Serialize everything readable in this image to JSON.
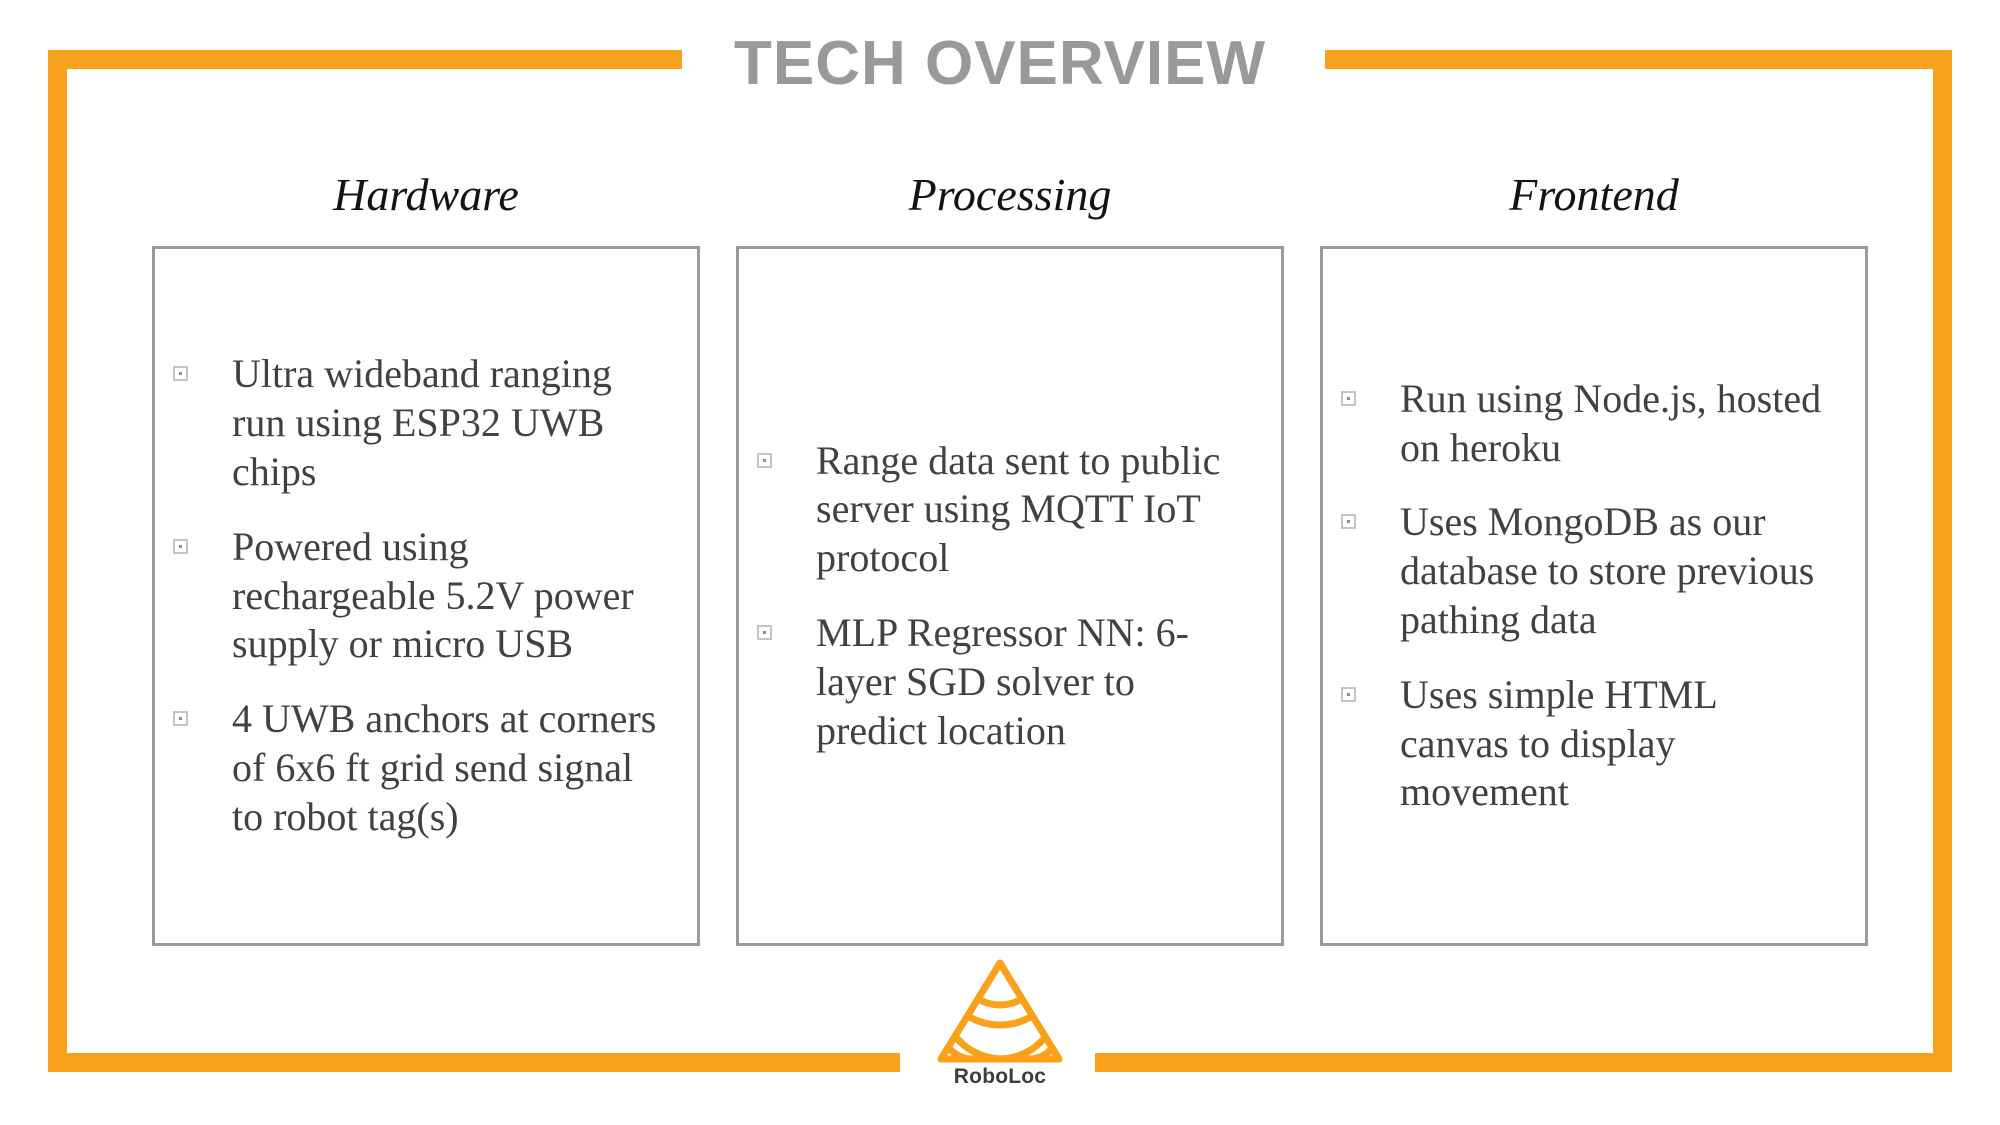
{
  "slide": {
    "title": "TECH OVERVIEW",
    "accent_color": "#F9A11B",
    "title_color": "#999999",
    "box_border_color": "#9A9A9A",
    "body_text_color": "#414141"
  },
  "columns": [
    {
      "heading": "Hardware",
      "bullets": [
        "Ultra wideband ranging run using ESP32 UWB chips",
        "Powered using rechargeable 5.2V power supply or micro USB",
        "4 UWB anchors at corners of 6x6 ft grid send signal to robot tag(s)"
      ]
    },
    {
      "heading": "Processing",
      "bullets": [
        "Range data sent to public server using MQTT IoT protocol",
        "MLP Regressor NN: 6-layer SGD solver to predict location"
      ]
    },
    {
      "heading": "Frontend",
      "bullets": [
        "Run using Node.js, hosted on heroku",
        "Uses MongoDB as our database to store previous pathing data",
        "Uses simple HTML canvas to display movement"
      ]
    }
  ],
  "logo": {
    "wordmark": "RoboLoc",
    "mark_name": "roboloc-triangle-logo",
    "mark_color": "#F9A11B"
  }
}
